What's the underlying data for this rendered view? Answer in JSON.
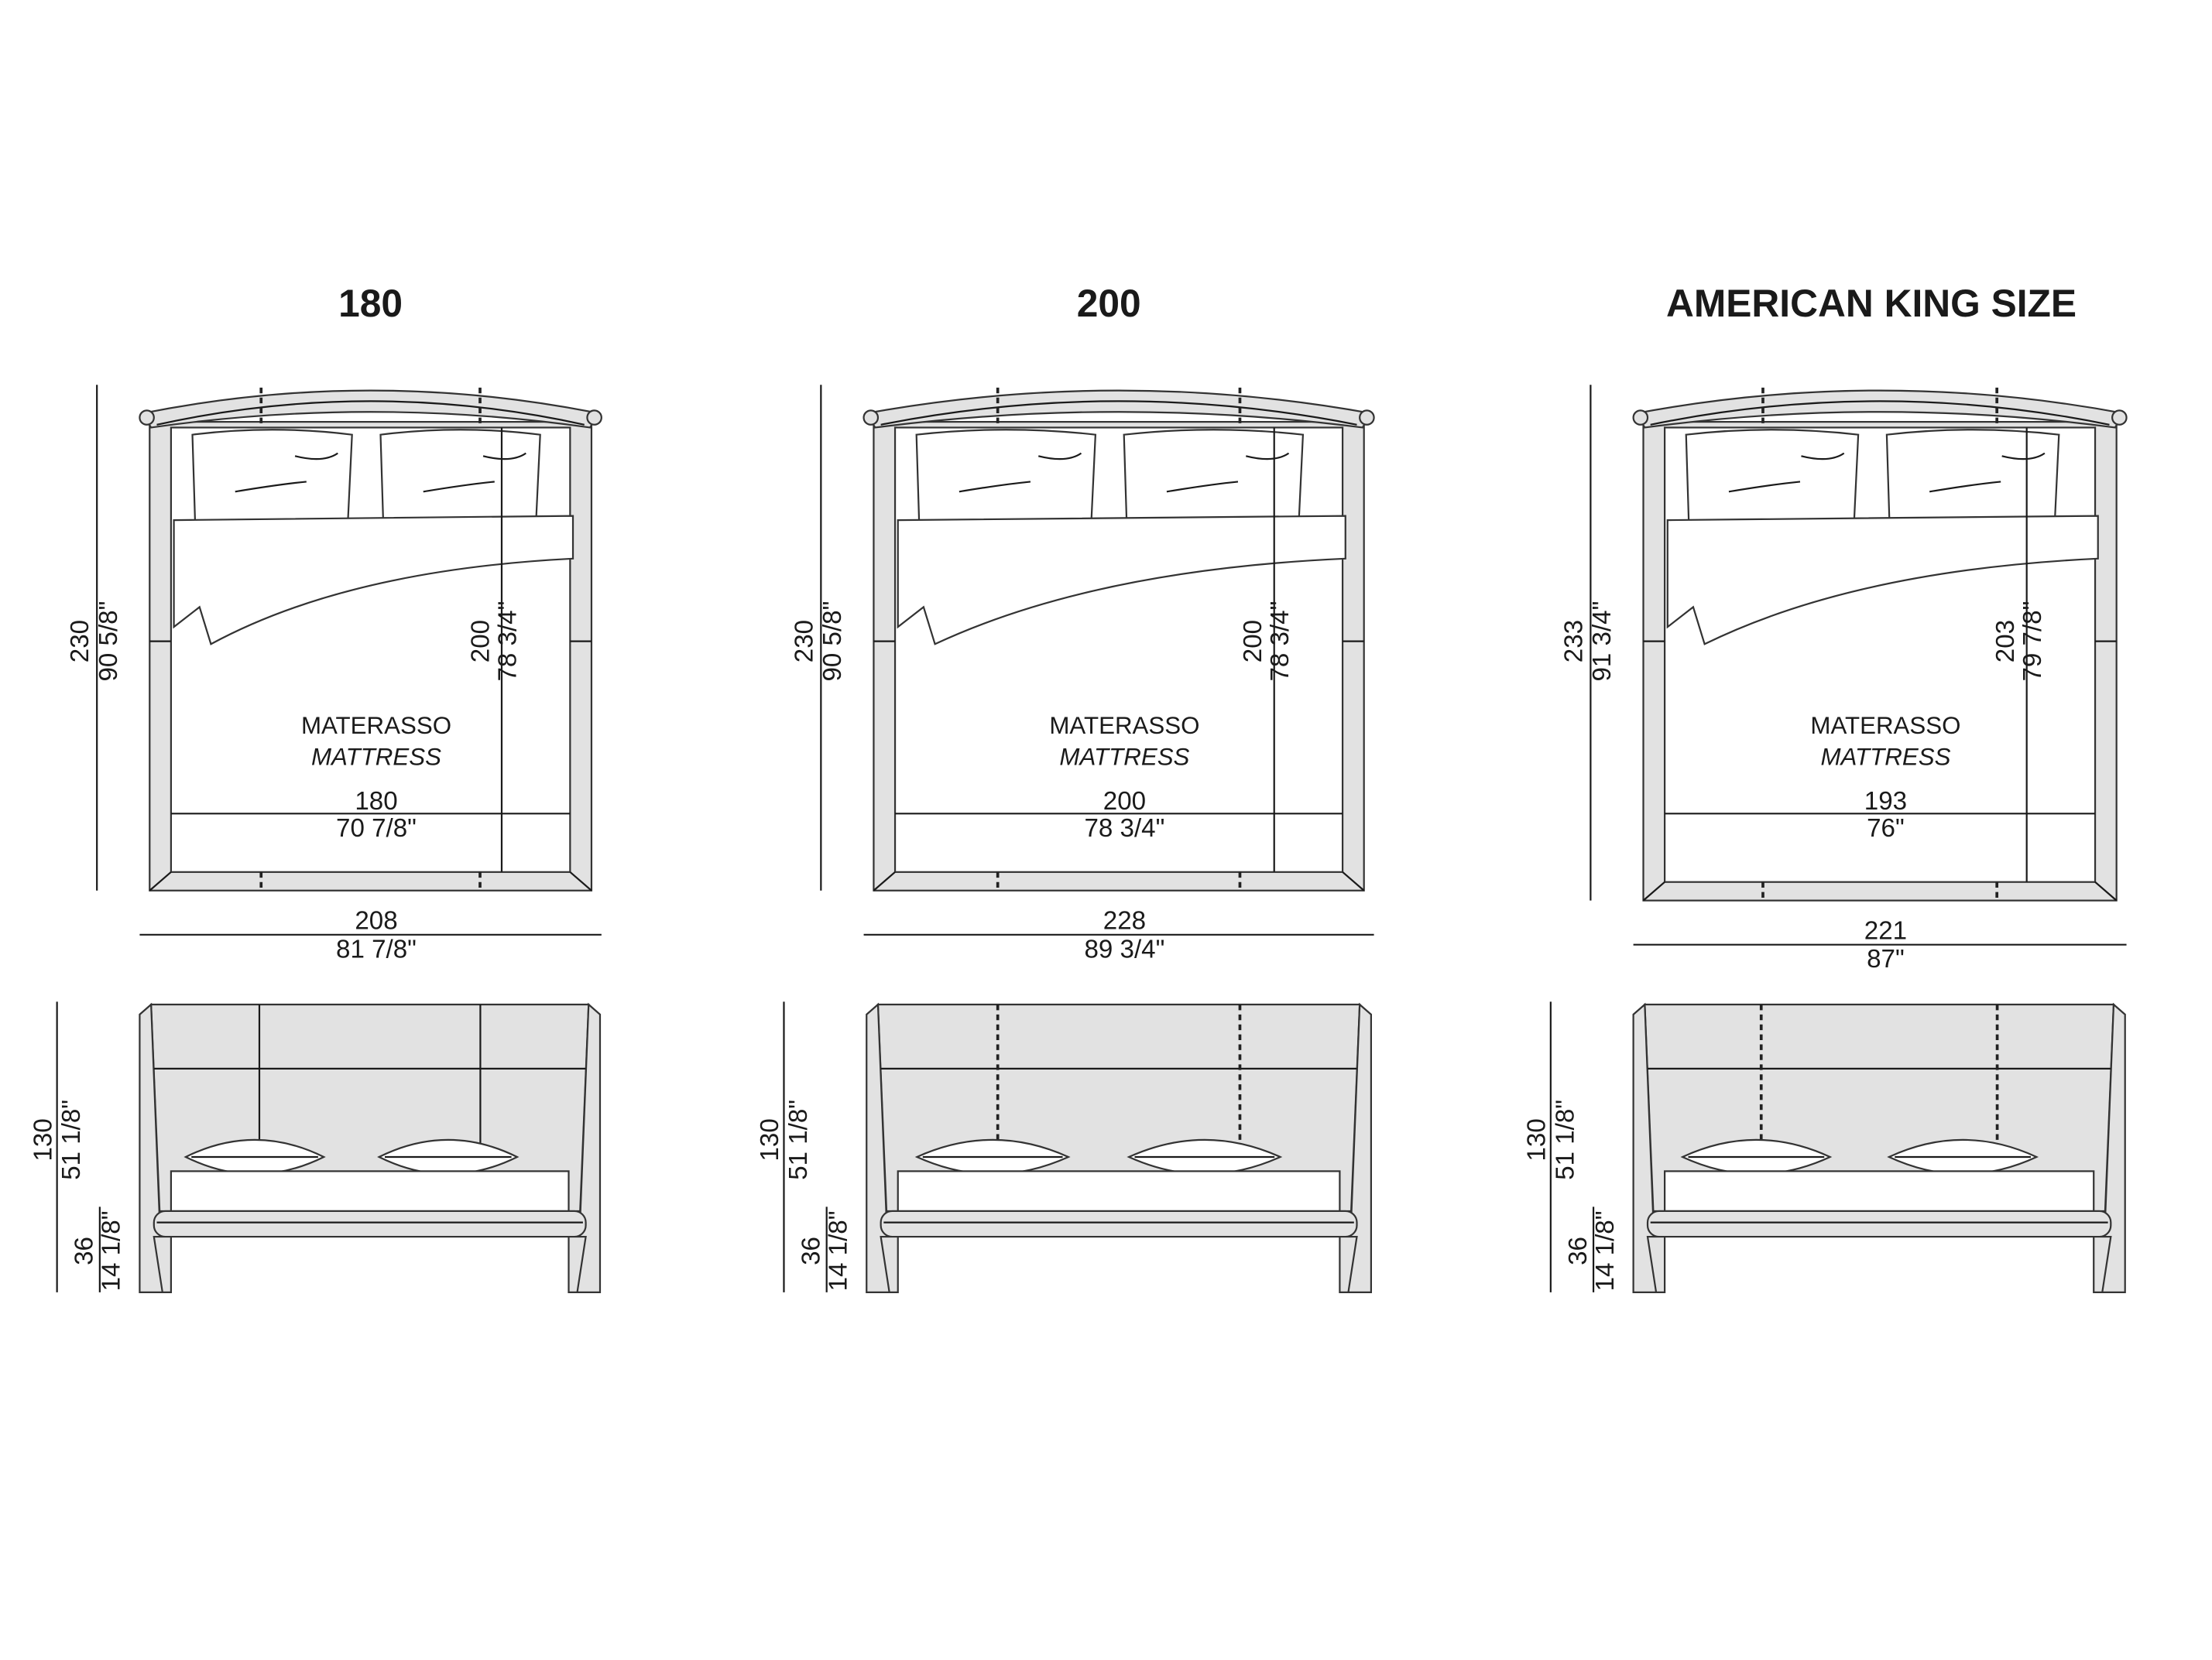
{
  "panels": [
    {
      "title": "180",
      "overall_length": {
        "cm": "230",
        "in": "90 5/8\""
      },
      "mattress_length": {
        "cm": "200",
        "in": "78 3/4\""
      },
      "mattress_label": "MATERASSO",
      "mattress_label_en": "MATTRESS",
      "mattress_width": {
        "cm": "180",
        "in": "70 7/8\""
      },
      "overall_width": {
        "cm": "208",
        "in": "81 7/8\""
      },
      "headboard_height": {
        "cm": "130",
        "in": "51 1/8\""
      },
      "base_height": {
        "cm": "36",
        "in": "14 1/8\""
      }
    },
    {
      "title": "200",
      "overall_length": {
        "cm": "230",
        "in": "90 5/8\""
      },
      "mattress_length": {
        "cm": "200",
        "in": "78 3/4\""
      },
      "mattress_label": "MATERASSO",
      "mattress_label_en": "MATTRESS",
      "mattress_width": {
        "cm": "200",
        "in": "78 3/4\""
      },
      "overall_width": {
        "cm": "228",
        "in": "89 3/4\""
      },
      "headboard_height": {
        "cm": "130",
        "in": "51 1/8\""
      },
      "base_height": {
        "cm": "36",
        "in": "14 1/8\""
      }
    },
    {
      "title": "AMERICAN KING SIZE",
      "overall_length": {
        "cm": "233",
        "in": "91 3/4\""
      },
      "mattress_length": {
        "cm": "203",
        "in": "79 7/8\""
      },
      "mattress_label": "MATERASSO",
      "mattress_label_en": "MATTRESS",
      "mattress_width": {
        "cm": "193",
        "in": "76\""
      },
      "overall_width": {
        "cm": "221",
        "in": "87\""
      },
      "headboard_height": {
        "cm": "130",
        "in": "51 1/8\""
      },
      "base_height": {
        "cm": "36",
        "in": "14 1/8\""
      }
    }
  ]
}
